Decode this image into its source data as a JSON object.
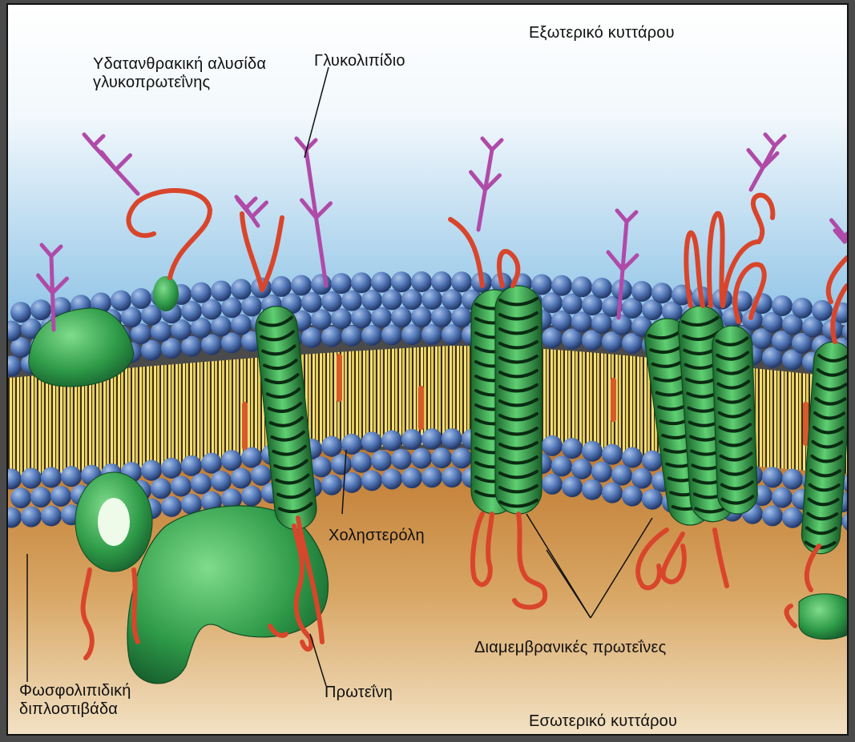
{
  "labels": {
    "outside": "Εξωτερικό κυττάρου",
    "inside": "Εσωτερικό κυττάρου",
    "carbohydrate_chain_line1": "Υδατανθρακική αλυσίδα",
    "carbohydrate_chain_line2": "γλυκοπρωτεΐνης",
    "glycolipid": "Γλυκολιπίδιο",
    "cholesterol": "Χοληστερόλη",
    "transmembrane_proteins": "Διαμεμβρανικές πρωτεΐνες",
    "protein": "Πρωτεΐνη",
    "phospholipid_bilayer_line1": "Φωσφολιπιδική",
    "phospholipid_bilayer_line2": "διπλοστιβάδα"
  },
  "colors": {
    "outside_sky": "#bfe0f3",
    "inside_cytoplasm": "#c98a3e",
    "phospholipid_head": "#3f5f9a",
    "lipid_tail": "#e8d66a",
    "protein_green": "#2f9a4a",
    "peptide_chain": "#d9452b",
    "carbohydrate": "#b04aa8"
  }
}
